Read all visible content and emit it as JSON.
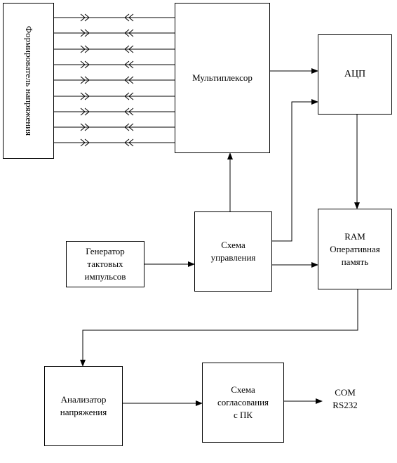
{
  "blocks": {
    "voltage_shaper": "Формирователь напряжения",
    "multiplexer": "Мультиплексор",
    "adc": "АЦП",
    "control_circuit": [
      "Схема",
      "управления"
    ],
    "clock_generator": [
      "Генератор",
      "тактовых",
      "импульсов"
    ],
    "ram": [
      "RAM",
      "Оперативная",
      "память"
    ],
    "voltage_analyzer": [
      "Анализатор",
      "напряжения"
    ],
    "pc_interface": [
      "Схема",
      "согласования",
      "с ПК"
    ]
  },
  "output_port": [
    "COM",
    "RS232"
  ],
  "bus_line_count": 9
}
